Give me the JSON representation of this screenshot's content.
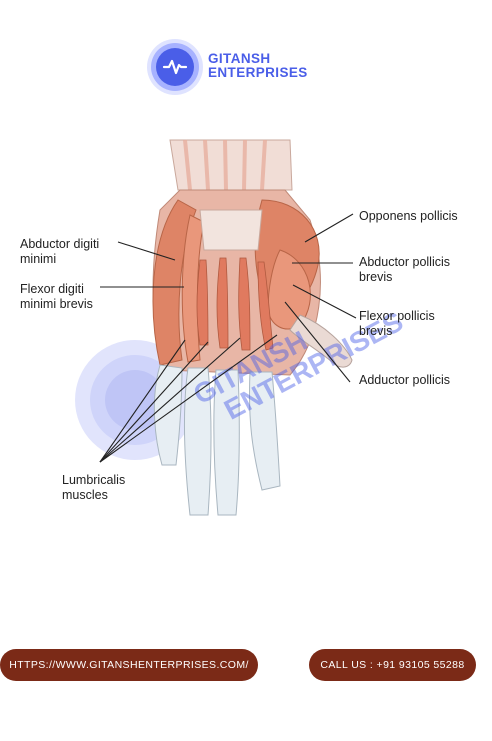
{
  "brand": {
    "name_line1": "GITANSH",
    "name_line2": "ENTERPRISES",
    "accent": "#4a5ee8"
  },
  "diagram": {
    "labels": {
      "abductor_digiti_minimi": "Abductor digiti\nminimi",
      "flexor_digiti_minimi_brevis": "Flexor digiti\nminimi brevis",
      "opponens_pollicis": "Opponens pollicis",
      "abductor_pollicis_brevis": "Abductor pollicis\nbrevis",
      "flexor_pollicis_brevis": "Flexor pollicis\nbrevis",
      "adductor_pollicis": "Adductor pollicis",
      "lumbricalis_muscles": "Lumbricalis\nmuscles"
    },
    "watermark_text": "GITANSH ENTERPRISES"
  },
  "footer": {
    "website_label": "HTTPS://WWW.GITANSHENTERPRISES.COM/",
    "call_label": "CALL US : +91 93105 55288",
    "button_color": "#7b2a17"
  }
}
